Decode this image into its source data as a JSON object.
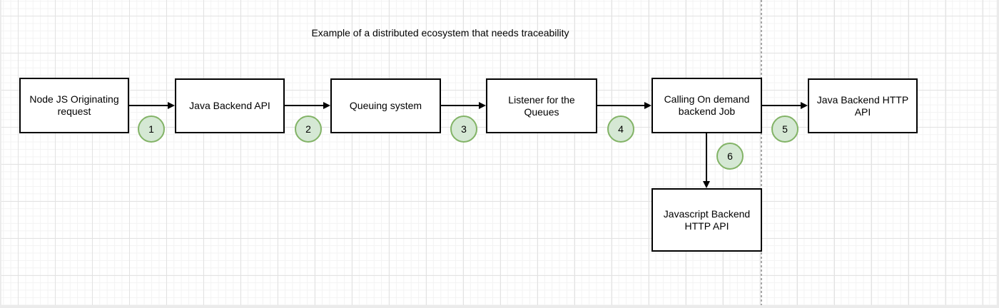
{
  "title": {
    "text": "Example of a distributed ecosystem that needs traceability"
  },
  "diagram": {
    "nodes": [
      {
        "id": "node-js-originating-request",
        "label": "Node JS Originating request"
      },
      {
        "id": "java-backend-api",
        "label": "Java Backend API"
      },
      {
        "id": "queuing-system",
        "label": "Queuing system"
      },
      {
        "id": "listener-for-the-queues",
        "label": "Listener for the Queues"
      },
      {
        "id": "calling-on-demand-backend-job",
        "label": "Calling On demand backend Job"
      },
      {
        "id": "java-backend-http-api",
        "label": "Java Backend HTTP API"
      },
      {
        "id": "javascript-backend-http-api",
        "label": "Javascript Backend HTTP API"
      }
    ],
    "edges": [
      {
        "from": "node-js-originating-request",
        "to": "java-backend-api",
        "badge": "1"
      },
      {
        "from": "java-backend-api",
        "to": "queuing-system",
        "badge": "2"
      },
      {
        "from": "queuing-system",
        "to": "listener-for-the-queues",
        "badge": "3"
      },
      {
        "from": "listener-for-the-queues",
        "to": "calling-on-demand-backend-job",
        "badge": "4"
      },
      {
        "from": "calling-on-demand-backend-job",
        "to": "java-backend-http-api",
        "badge": "5"
      },
      {
        "from": "calling-on-demand-backend-job",
        "to": "javascript-backend-http-api",
        "badge": "6"
      }
    ],
    "badges": [
      {
        "label": "1"
      },
      {
        "label": "2"
      },
      {
        "label": "3"
      },
      {
        "label": "4"
      },
      {
        "label": "5"
      },
      {
        "label": "6"
      }
    ],
    "colors": {
      "badge_fill": "#d5e8d4",
      "badge_stroke": "#82b366",
      "node_stroke": "#000000",
      "node_fill": "#ffffff",
      "dashed_guide": "#a6a6a6",
      "grid_minor": "#f3f3f3",
      "grid_major": "#e2e2e2"
    }
  }
}
